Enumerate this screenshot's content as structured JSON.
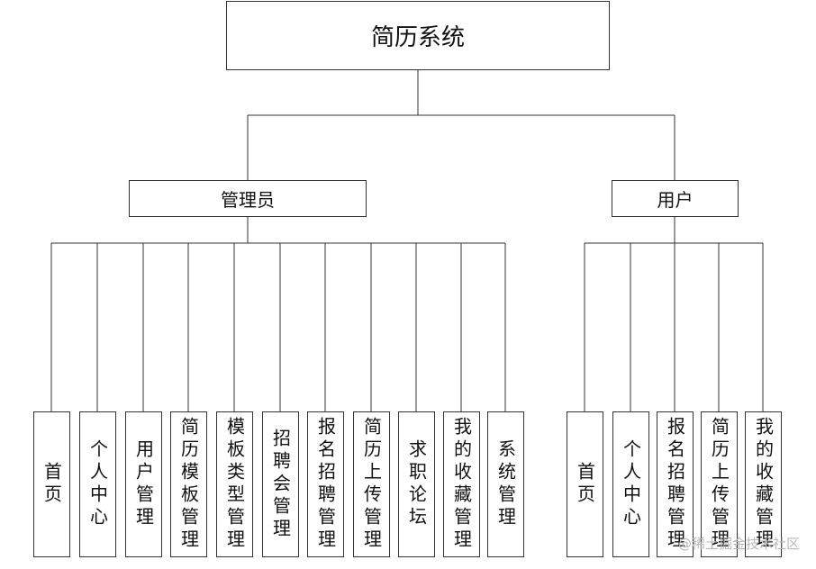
{
  "root": {
    "label": "简历系统"
  },
  "admin": {
    "label": "管理员",
    "modules": [
      "首页",
      "个人中心",
      "用户管理",
      "简历模板管理",
      "模板类型管理",
      "招聘会管理",
      "报名招聘管理",
      "简历上传管理",
      "求职论坛",
      "我的收藏管理",
      "系统管理"
    ]
  },
  "user": {
    "label": "用户",
    "modules": [
      "首页",
      "个人中心",
      "报名招聘管理",
      "简历上传管理",
      "我的收藏管理"
    ]
  },
  "watermark": "@稀土掘金技术社区"
}
